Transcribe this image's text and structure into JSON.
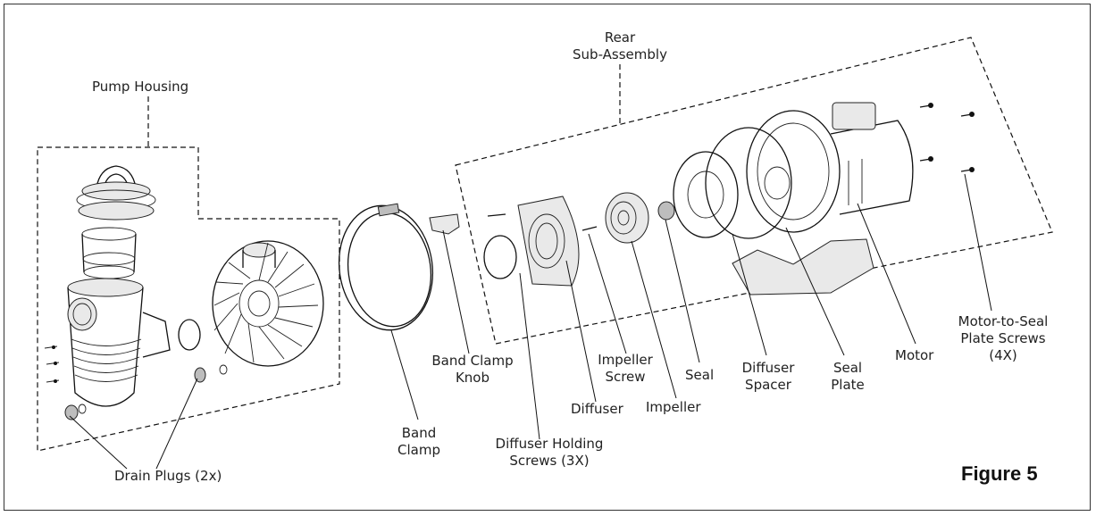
{
  "figure_label": "Figure 5",
  "labels": {
    "pump_housing": "Pump Housing",
    "rear_sub_assembly_line1": "Rear",
    "rear_sub_assembly_line2": "Sub-Assembly",
    "drain_plugs": "Drain Plugs (2x)",
    "band_clamp_line1": "Band",
    "band_clamp_line2": "Clamp",
    "band_clamp_knob_line1": "Band Clamp",
    "band_clamp_knob_line2": "Knob",
    "diffuser_holding_screws_line1": "Diffuser Holding",
    "diffuser_holding_screws_line2": "Screws (3X)",
    "diffuser": "Diffuser",
    "impeller_screw_line1": "Impeller",
    "impeller_screw_line2": "Screw",
    "impeller": "Impeller",
    "seal": "Seal",
    "diffuser_spacer_line1": "Diffuser",
    "diffuser_spacer_line2": "Spacer",
    "seal_plate_line1": "Seal",
    "seal_plate_line2": "Plate",
    "motor": "Motor",
    "motor_to_seal_plate_screws_line1": "Motor-to-Seal",
    "motor_to_seal_plate_screws_line2": "Plate Screws",
    "motor_to_seal_plate_screws_line3": "(4X)"
  }
}
